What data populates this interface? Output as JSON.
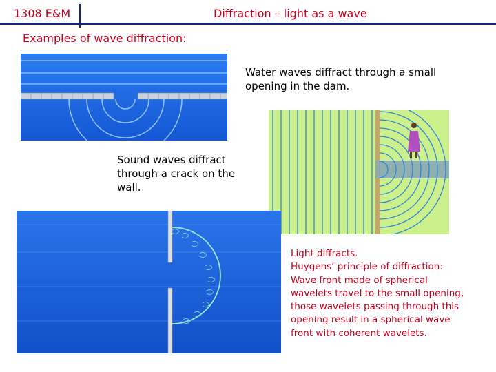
{
  "header": {
    "course": "1308 E&M",
    "title": "Diffraction – light as a wave"
  },
  "subtitle": "Examples of wave diffraction:",
  "captions": {
    "water": "Water waves diffract through a small opening in the dam.",
    "sound": "Sound waves diffract through a crack on the wall.",
    "light_lines": [
      "Light diffracts.",
      "Huygens’ principle of diffraction:",
      "Wave front made of spherical",
      "wavelets travel to the small opening,",
      "those wavelets passing through this",
      "opening result in a spherical wave",
      "front with coherent wavelets."
    ]
  },
  "colors": {
    "header_text": "#c8001e",
    "rule": "#1a237e",
    "water_blue": "#1565e0",
    "sound_bg": "#ccf08c",
    "sound_lines": "#2f86d6"
  },
  "images": {
    "water": "water-dam-diffraction-image",
    "sound": "sound-wall-diffraction-image",
    "light": "huygens-wavelet-diffraction-image"
  }
}
